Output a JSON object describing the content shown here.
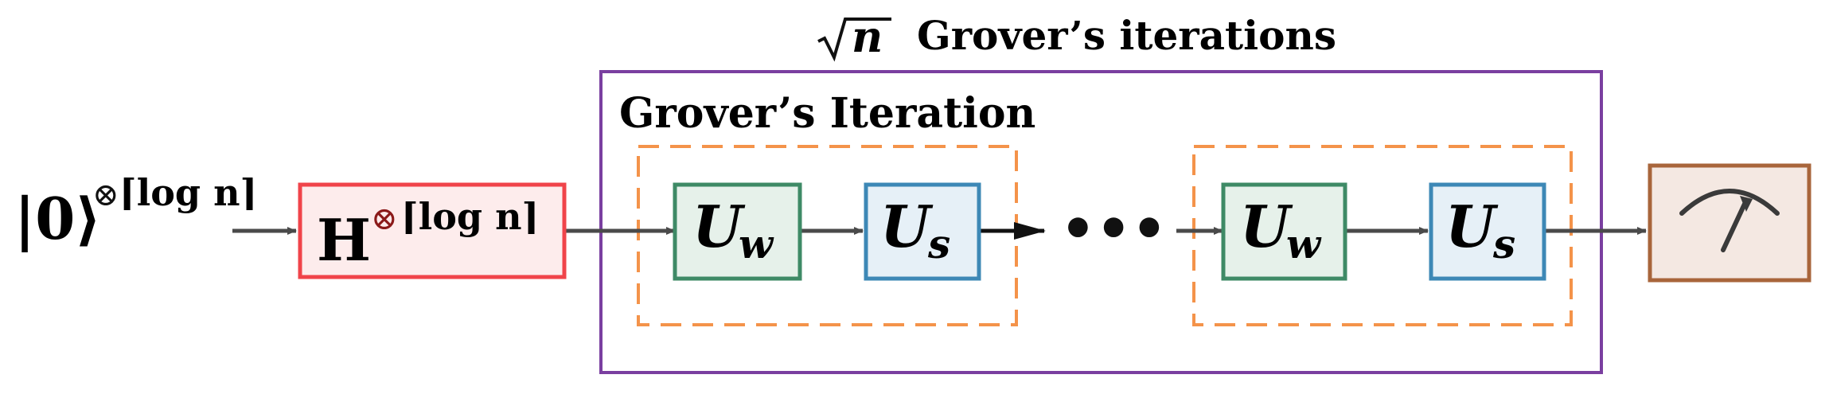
{
  "diagram": {
    "outer_title": {
      "sqrt_arg": "n",
      "text": "Grover’s iterations"
    },
    "inner_title": "Grover’s Iteration",
    "input": {
      "ket": "|0⟩",
      "tensor_symbol": "⊗",
      "exponent": "⌈log n⌉"
    },
    "hadamard": {
      "base": "H",
      "tensor_symbol": "⊗",
      "exponent": "⌈log n⌉"
    },
    "iteration_blocks": [
      {
        "oracle": {
          "base": "U",
          "subscript": "w"
        },
        "diffuser": {
          "base": "U",
          "subscript": "s"
        }
      },
      {
        "oracle": {
          "base": "U",
          "subscript": "w"
        },
        "diffuser": {
          "base": "U",
          "subscript": "s"
        }
      }
    ],
    "ellipsis": "•••",
    "measurement_icon": "meter-icon",
    "colors": {
      "outer_box": "#7a3fa0",
      "iteration_dashed": "#f4934a",
      "hadamard_stroke": "#f0444a",
      "hadamard_fill": "#fdecec",
      "oracle_stroke": "#3e8a66",
      "oracle_fill": "#e6f1ea",
      "diffuser_stroke": "#3d88b6",
      "diffuser_fill": "#e6f0f7",
      "measure_stroke": "#a8653b",
      "measure_fill": "#f4e8e2",
      "wire": "#4a4a4a"
    }
  }
}
